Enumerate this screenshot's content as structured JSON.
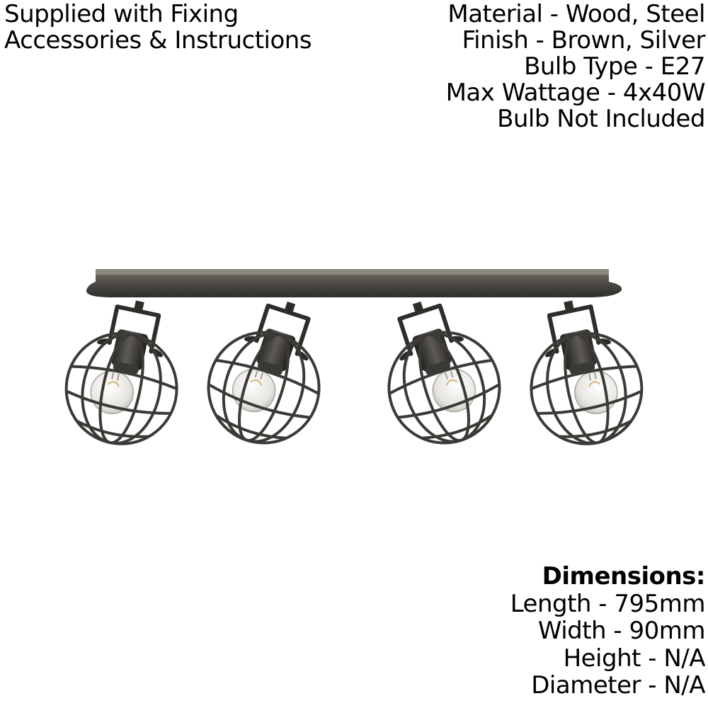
{
  "header_left": {
    "lines": [
      "Supplied with Fixing",
      "Accessories & Instructions"
    ]
  },
  "specs": {
    "lines": [
      "Material - Wood, Steel",
      "Finish - Brown, Silver",
      "Bulb Type - E27",
      "Max Wattage - 4x40W",
      "Bulb Not Included"
    ]
  },
  "dimensions": {
    "heading": "Dimensions:",
    "lines": [
      "Length - 795mm",
      "Width - 90mm",
      "Height - N/A",
      "Diameter - N/A"
    ]
  },
  "product_image": {
    "icon": "four-spotlight-bar-image",
    "colors": {
      "metal": "#3b3a36",
      "bar_top": "#6b6862",
      "bulb_glass": "#e9e7e2"
    }
  }
}
